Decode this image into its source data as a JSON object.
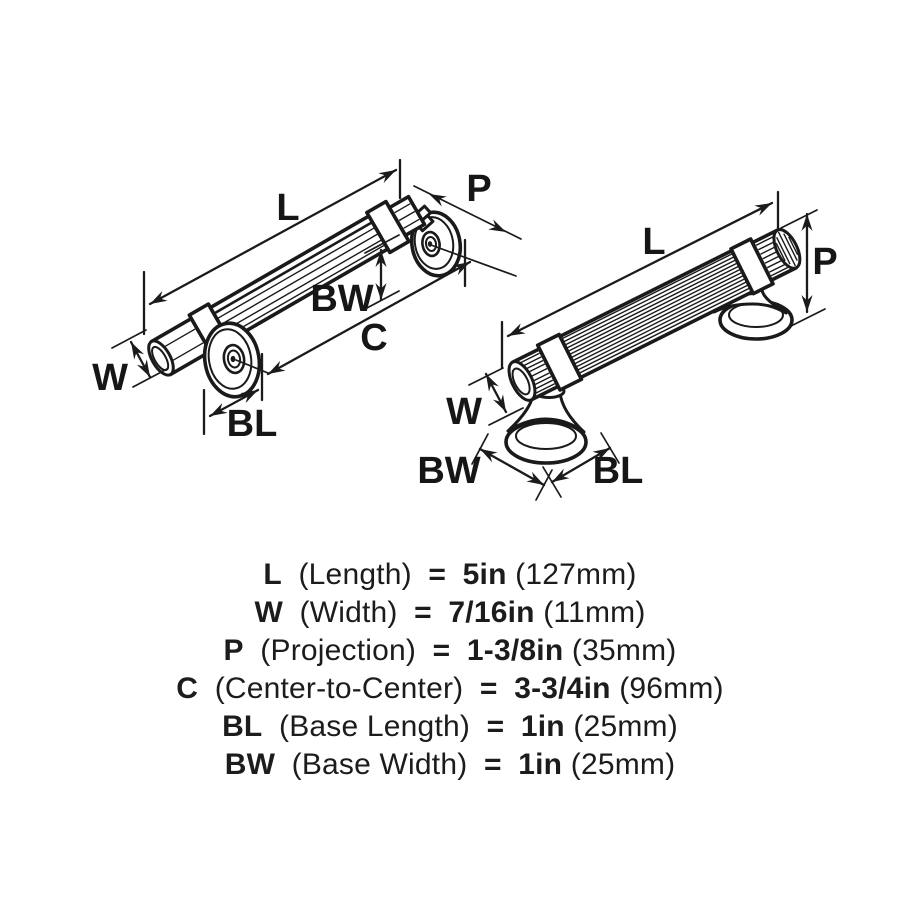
{
  "colors": {
    "ink": "#1a1a1a",
    "background": "#ffffff"
  },
  "dims": {
    "L": "L",
    "W": "W",
    "P": "P",
    "C": "C",
    "BL": "BL",
    "BW": "BW"
  },
  "specs": [
    {
      "code": "L",
      "label": "(Length)",
      "equals": "=",
      "value": "5in",
      "metric": "(127mm)"
    },
    {
      "code": "W",
      "label": "(Width)",
      "equals": "=",
      "value": "7/16in",
      "metric": "(11mm)"
    },
    {
      "code": "P",
      "label": "(Projection)",
      "equals": "=",
      "value": "1-3/8in",
      "metric": "(35mm)"
    },
    {
      "code": "C",
      "label": "(Center-to-Center)",
      "equals": "=",
      "value": "3-3/4in",
      "metric": "(96mm)"
    },
    {
      "code": "BL",
      "label": "(Base Length)",
      "equals": "=",
      "value": "1in",
      "metric": "(25mm)"
    },
    {
      "code": "BW",
      "label": "(Base Width)",
      "equals": "=",
      "value": "1in",
      "metric": "(25mm)"
    }
  ]
}
